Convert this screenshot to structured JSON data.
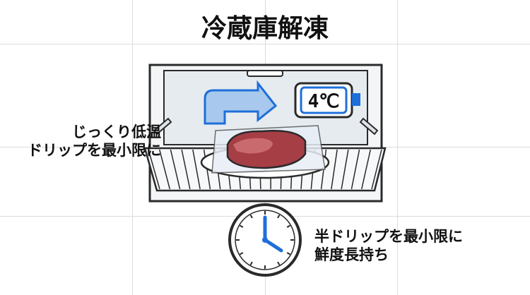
{
  "title": "冷蔵庫解凍",
  "left_caption": {
    "line1": "じっくり低温",
    "line2": "ドリップを最小限に"
  },
  "right_caption": {
    "line1": "半ドリップを最小限に",
    "line2": "鮮度長持ち"
  },
  "thermometer": {
    "value": "4℃"
  },
  "colors": {
    "accent": "#1e6fd9",
    "meat": "#b5484f",
    "frame": "#2a2a2a"
  }
}
